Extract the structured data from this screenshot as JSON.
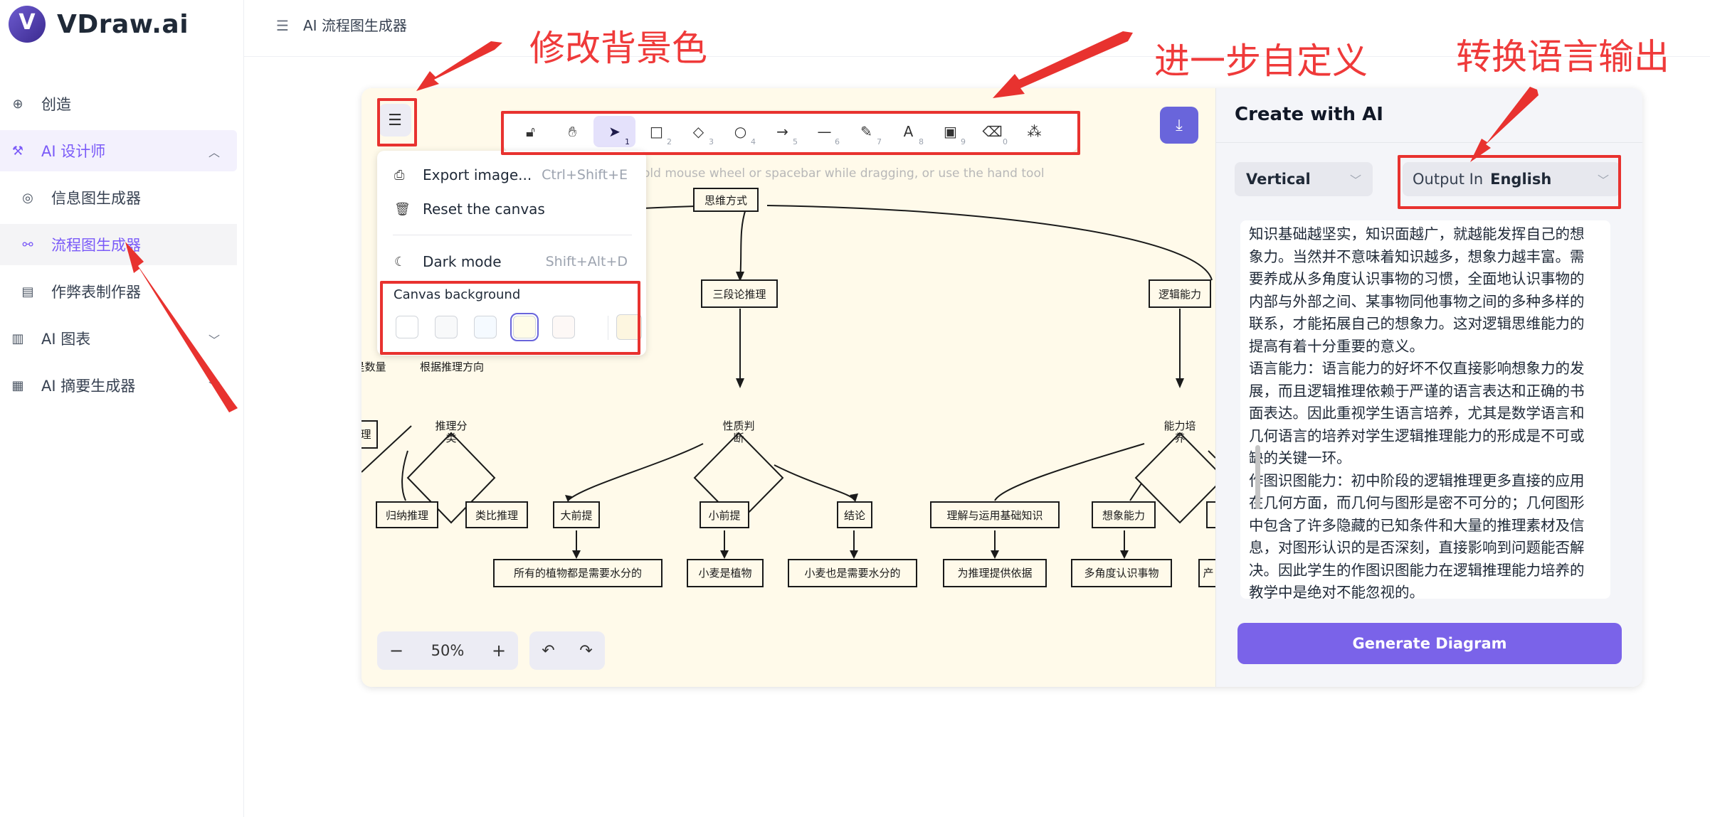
{
  "app": {
    "name": "VDraw.ai"
  },
  "sidebar": {
    "items": [
      {
        "label": "创造",
        "icon": "plus-circle-icon"
      },
      {
        "label": "AI 设计师",
        "icon": "design-icon"
      },
      {
        "label": "信息图生成器",
        "icon": "infographic-icon"
      },
      {
        "label": "流程图生成器",
        "icon": "flowchart-icon"
      },
      {
        "label": "作弊表制作器",
        "icon": "cheatsheet-icon"
      },
      {
        "label": "AI 图表",
        "icon": "chart-icon"
      },
      {
        "label": "AI 摘要生成器",
        "icon": "summary-icon"
      }
    ]
  },
  "header": {
    "breadcrumb": "AI 流程图生成器"
  },
  "toolbar": {
    "tools": [
      {
        "icon": "lock-icon",
        "key": ""
      },
      {
        "icon": "hand-icon",
        "key": ""
      },
      {
        "icon": "select-arrow-icon",
        "key": "1"
      },
      {
        "icon": "rectangle-icon",
        "key": "2"
      },
      {
        "icon": "diamond-icon",
        "key": "3"
      },
      {
        "icon": "ellipse-icon",
        "key": "4"
      },
      {
        "icon": "arrow-icon",
        "key": "5"
      },
      {
        "icon": "line-icon",
        "key": "6"
      },
      {
        "icon": "pencil-icon",
        "key": "7"
      },
      {
        "icon": "text-icon",
        "key": "8"
      },
      {
        "icon": "image-icon",
        "key": "9"
      },
      {
        "icon": "eraser-icon",
        "key": "0"
      },
      {
        "icon": "shapes-library-icon",
        "key": ""
      }
    ]
  },
  "canvas": {
    "hint": "old mouse wheel or spacebar while dragging, or use the hand tool",
    "zoom": "50%",
    "background": "#fffaea"
  },
  "menu": {
    "export": {
      "label": "Export image...",
      "shortcut": "Ctrl+Shift+E"
    },
    "reset": {
      "label": "Reset the canvas"
    },
    "dark": {
      "label": "Dark mode",
      "shortcut": "Shift+Alt+D"
    },
    "bg_title": "Canvas background",
    "swatches": [
      "#ffffff",
      "#f8f9fa",
      "#f5faff",
      "#fffce8",
      "#fdf8f6",
      "#fdf6e0"
    ]
  },
  "flow": {
    "nodes": {
      "root": "思维方式",
      "n1": "三段论推理",
      "n2": "逻辑能力",
      "left1": "是数量",
      "left2": "根据推理方向",
      "left3": "理",
      "d1": [
        "推理分",
        "类"
      ],
      "d2": [
        "性质判",
        "断"
      ],
      "d3": [
        "能力培",
        "养"
      ],
      "b1": "归纳推理",
      "b2": "类比推理",
      "b3": "大前提",
      "b4": "小前提",
      "b5": "结论",
      "b6": "理解与运用基础知识",
      "b7": "想象能力",
      "c1": "所有的植物都是需要水分的",
      "c2": "小麦是植物",
      "c3": "小麦也是需要水分的",
      "c4": "为推理提供依据",
      "c5": "多角度认识事物",
      "c6": "产"
    }
  },
  "panel": {
    "title": "Create with AI",
    "layout": "Vertical",
    "output_prefix": "Output In",
    "output_lang": "English",
    "text_lines": [
      "知识基础越坚实，知识面越广，就越能发挥自己的想",
      "象力。当然并不意味着知识越多，想象力越丰富。需",
      "要养成从多角度认识事物的习惯，全面地认识事物的",
      "内部与外部之间、某事物同他事物之间的多种多样的",
      "联系，才能拓展自己的想象力。这对逻辑思维能力的",
      "提高有着十分重要的意义。",
      "语言能力：语言能力的好坏不仅直接影响想象力的发",
      "展，而且逻辑推理依赖于严谨的语言表达和正确的书",
      "面表达。因此重视学生语言培养，尤其是数学语言和",
      "几何语言的培养对学生逻辑推理能力的形成是不可或",
      "缺的关键一环。",
      "作图识图能力：初中阶段的逻辑推理更多直接的应用",
      "在几何方面，而几何与图形是密不可分的；几何图形",
      "中包含了许多隐藏的已知条件和大量的推理素材及信",
      "息，对图形认识的是否深刻，直接影响到问题能否解",
      "决。因此学生的作图识图能力在逻辑推理能力培养的",
      "教学中是绝对不能忽视的。"
    ],
    "generate": "Generate Diagram"
  },
  "annotations": {
    "bg": "修改背景色",
    "custom": "进一步自定义",
    "lang": "转换语言输出",
    "color": "#e8322f"
  }
}
